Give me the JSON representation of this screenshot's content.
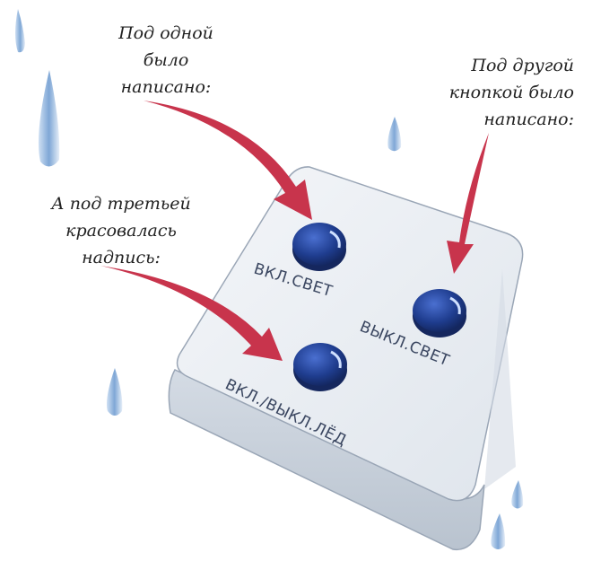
{
  "captions": {
    "first": {
      "line1": "Под одной",
      "line2": "было написано:"
    },
    "second": {
      "line1": "Под другой",
      "line2": "кнопкой было",
      "line3": "написано:"
    },
    "third": {
      "line1": "А под третьей",
      "line2": "красовалась надпись:"
    }
  },
  "buttons": [
    {
      "label": "ВКЛ.СВЕТ"
    },
    {
      "label": "ВЫКЛ.СВЕТ"
    },
    {
      "label": "ВКЛ./ВЫКЛ.ЛЁД"
    }
  ],
  "colors": {
    "arrow": "#c8344c",
    "button": "#1f3d8f",
    "ice": "#e9eef4",
    "drop": "#7fa7d6"
  }
}
